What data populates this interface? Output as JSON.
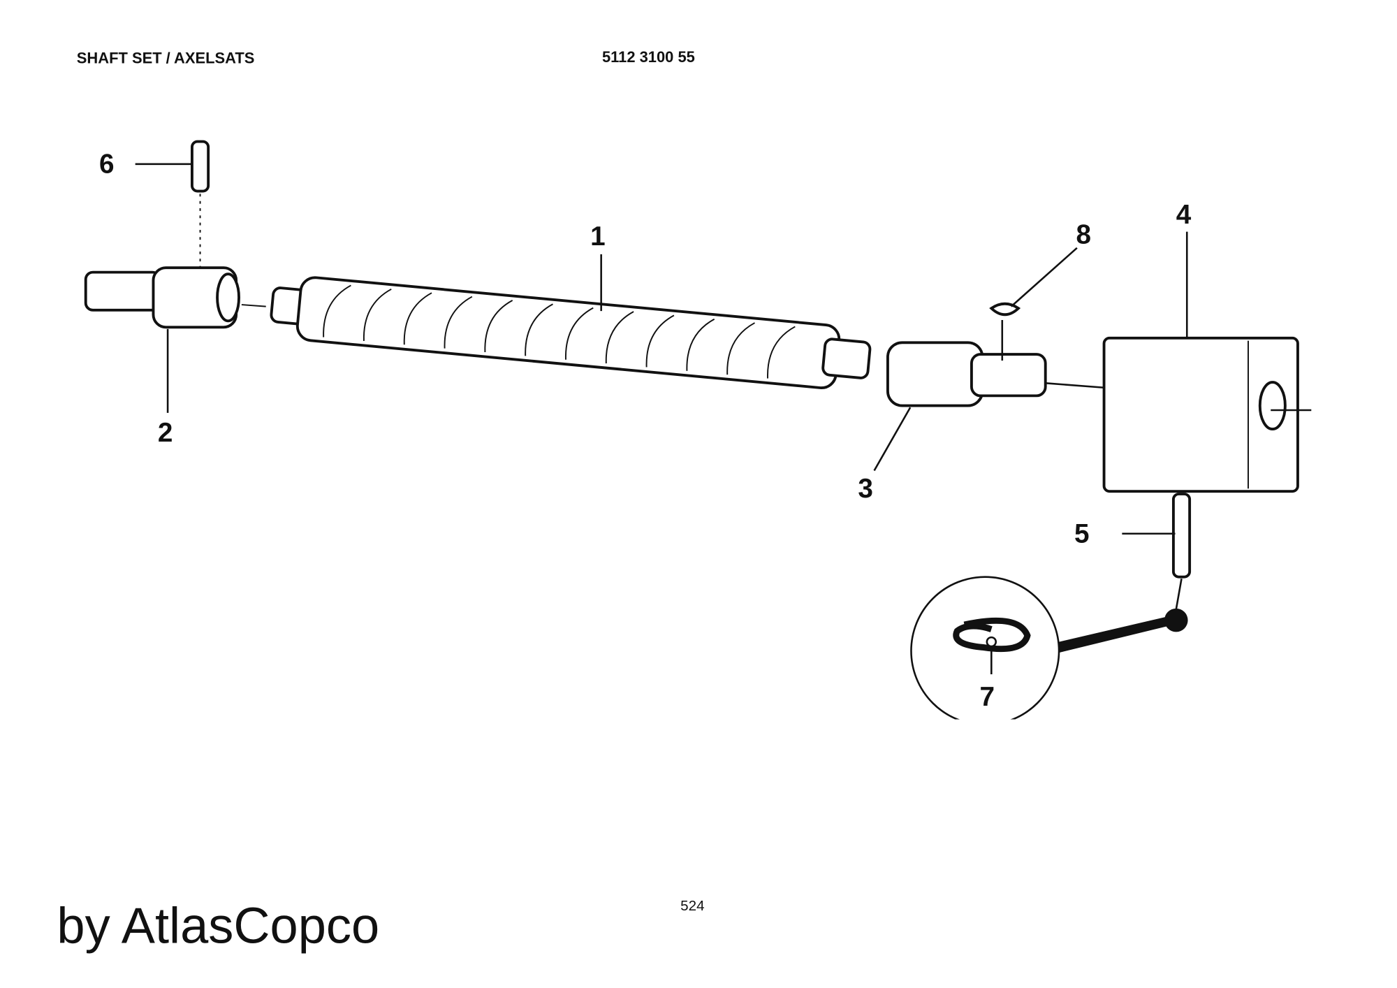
{
  "header": {
    "title": "SHAFT SET / AXELSATS",
    "part_number": "5112 3100 55"
  },
  "callouts": [
    "1",
    "2",
    "3",
    "4",
    "5",
    "6",
    "7",
    "8"
  ],
  "footer": {
    "page_number": "524",
    "brand": "by AtlasCopco"
  }
}
